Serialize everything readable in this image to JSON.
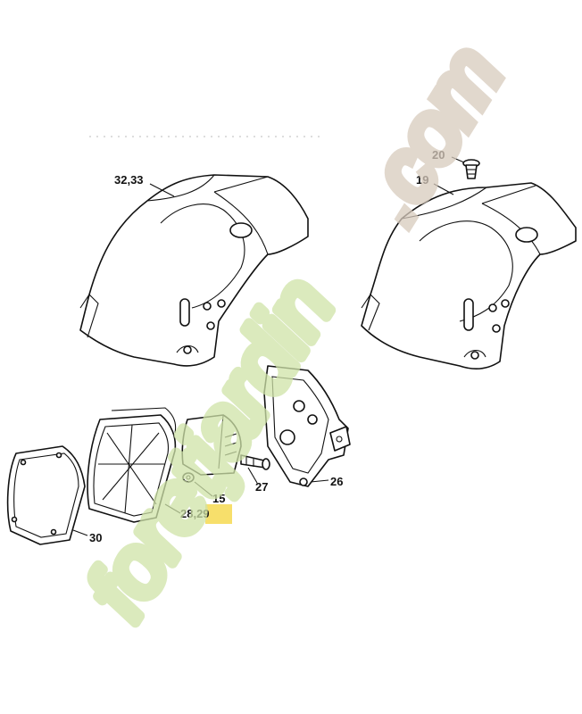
{
  "watermark": {
    "main": "foretjardin",
    "suffix": ".com"
  },
  "parts": {
    "cover_left": "32,33",
    "screw": "20",
    "cover_right": "19",
    "nut": "15",
    "valve": "27",
    "carb_flange": "26",
    "air_filter": "28,29",
    "filter_cover": "30"
  },
  "colors": {
    "watermark_green": "#cfe3a8",
    "watermark_brown": "#d8cbbd",
    "highlight": "#f4d43a"
  }
}
